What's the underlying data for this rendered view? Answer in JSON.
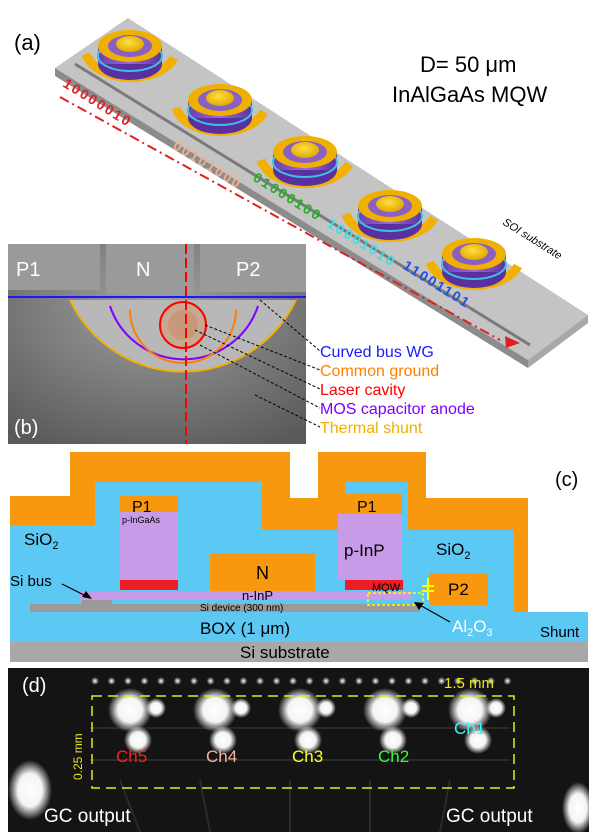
{
  "panel_a": {
    "label": "(a)",
    "diameter": "D= 50 μm",
    "material": "InAlGaAs MQW",
    "substrate": "SOI substrate",
    "bits": [
      {
        "text": "10000010",
        "color": "#e02020"
      },
      {
        "text": "00101000",
        "color": "#f0b090"
      },
      {
        "text": "01000100",
        "color": "#20b020"
      },
      {
        "text": "10001010",
        "color": "#40e0e0"
      },
      {
        "text": "11001101",
        "color": "#2050e0"
      }
    ]
  },
  "panel_b": {
    "label": "(b)",
    "pads": [
      "P1",
      "N",
      "P2"
    ],
    "legend": [
      {
        "text": "Curved bus WG",
        "color": "#1a1aff"
      },
      {
        "text": "Common ground",
        "color": "#ff8000"
      },
      {
        "text": "Laser cavity",
        "color": "#ff0000"
      },
      {
        "text": "MOS capacitor anode",
        "color": "#8000ff"
      },
      {
        "text": "Thermal shunt",
        "color": "#f0b000"
      }
    ]
  },
  "panel_c": {
    "label": "(c)",
    "p1_left": "P1",
    "p_ingaas": "p-InGaAs",
    "sio2_left": "SiO",
    "sio2_right": "SiO",
    "sub2": "2",
    "si_bus": "Si bus",
    "n": "N",
    "n_inp": "n-InP",
    "si_device": "Si device (300 nm)",
    "p1_right": "P1",
    "p_inp": "p-InP",
    "mqw": "MQW",
    "p2": "P2",
    "box": "BOX (1 μm)",
    "al": "Al",
    "al_sub": "2",
    "al_o": "O",
    "al_sub3": "3",
    "si_substrate": "Si substrate",
    "shunt": "Shunt"
  },
  "panel_d": {
    "label": "(d)",
    "scale_x": "1.5 mm",
    "scale_y": "0.25 mm",
    "channels": [
      {
        "text": "Ch5",
        "color": "#ff2020"
      },
      {
        "text": "Ch4",
        "color": "#f0b898"
      },
      {
        "text": "Ch3",
        "color": "#ffff30"
      },
      {
        "text": "Ch2",
        "color": "#30ff30"
      },
      {
        "text": "Ch1",
        "color": "#30ffff"
      }
    ],
    "gc_left": "GC output",
    "gc_right": "GC output"
  }
}
